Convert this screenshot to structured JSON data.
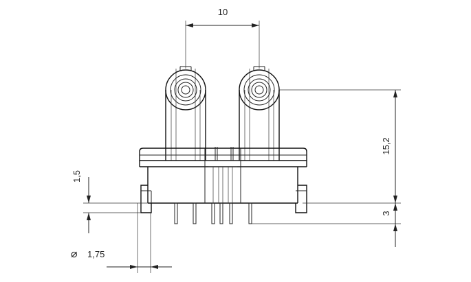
{
  "drawing": {
    "dimensions": {
      "spacing": "10",
      "height": "15,2",
      "thickness": "1,5",
      "pin_length": "3",
      "diameter_symbol": "⌀",
      "diameter": "1,75"
    },
    "colors": {
      "line": "#222222",
      "background": "#ffffff"
    }
  }
}
